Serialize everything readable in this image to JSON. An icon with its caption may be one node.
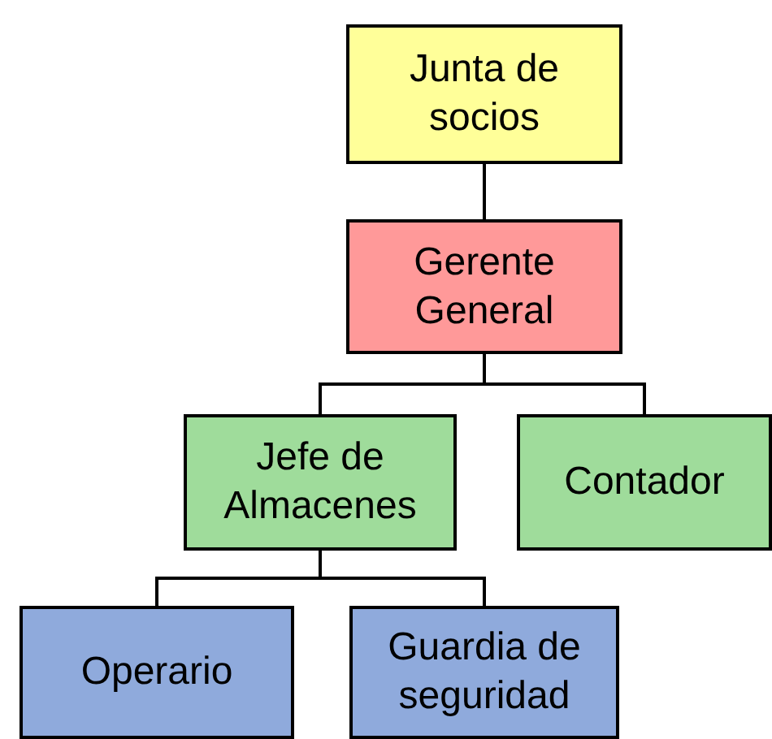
{
  "diagram": {
    "nodes": [
      {
        "text": [
          "Junta de socios"
        ]
      },
      {
        "text": [
          "Gerente General"
        ]
      },
      {
        "text": [
          "Jefe de Almacenes"
        ]
      },
      {
        "text": [
          "Contador"
        ]
      },
      {
        "text": [
          "Operario"
        ]
      },
      {
        "text": [
          "Guardia de seguridad"
        ]
      }
    ],
    "edges": [
      {
        "from": 0,
        "to": 1,
        "arrow": "none"
      },
      {
        "from": 1,
        "to": 2,
        "arrow": "none"
      },
      {
        "from": 1,
        "to": 3,
        "arrow": "none"
      },
      {
        "from": 2,
        "to": 4,
        "arrow": "none"
      },
      {
        "from": 2,
        "to": 5,
        "arrow": "none"
      }
    ]
  }
}
